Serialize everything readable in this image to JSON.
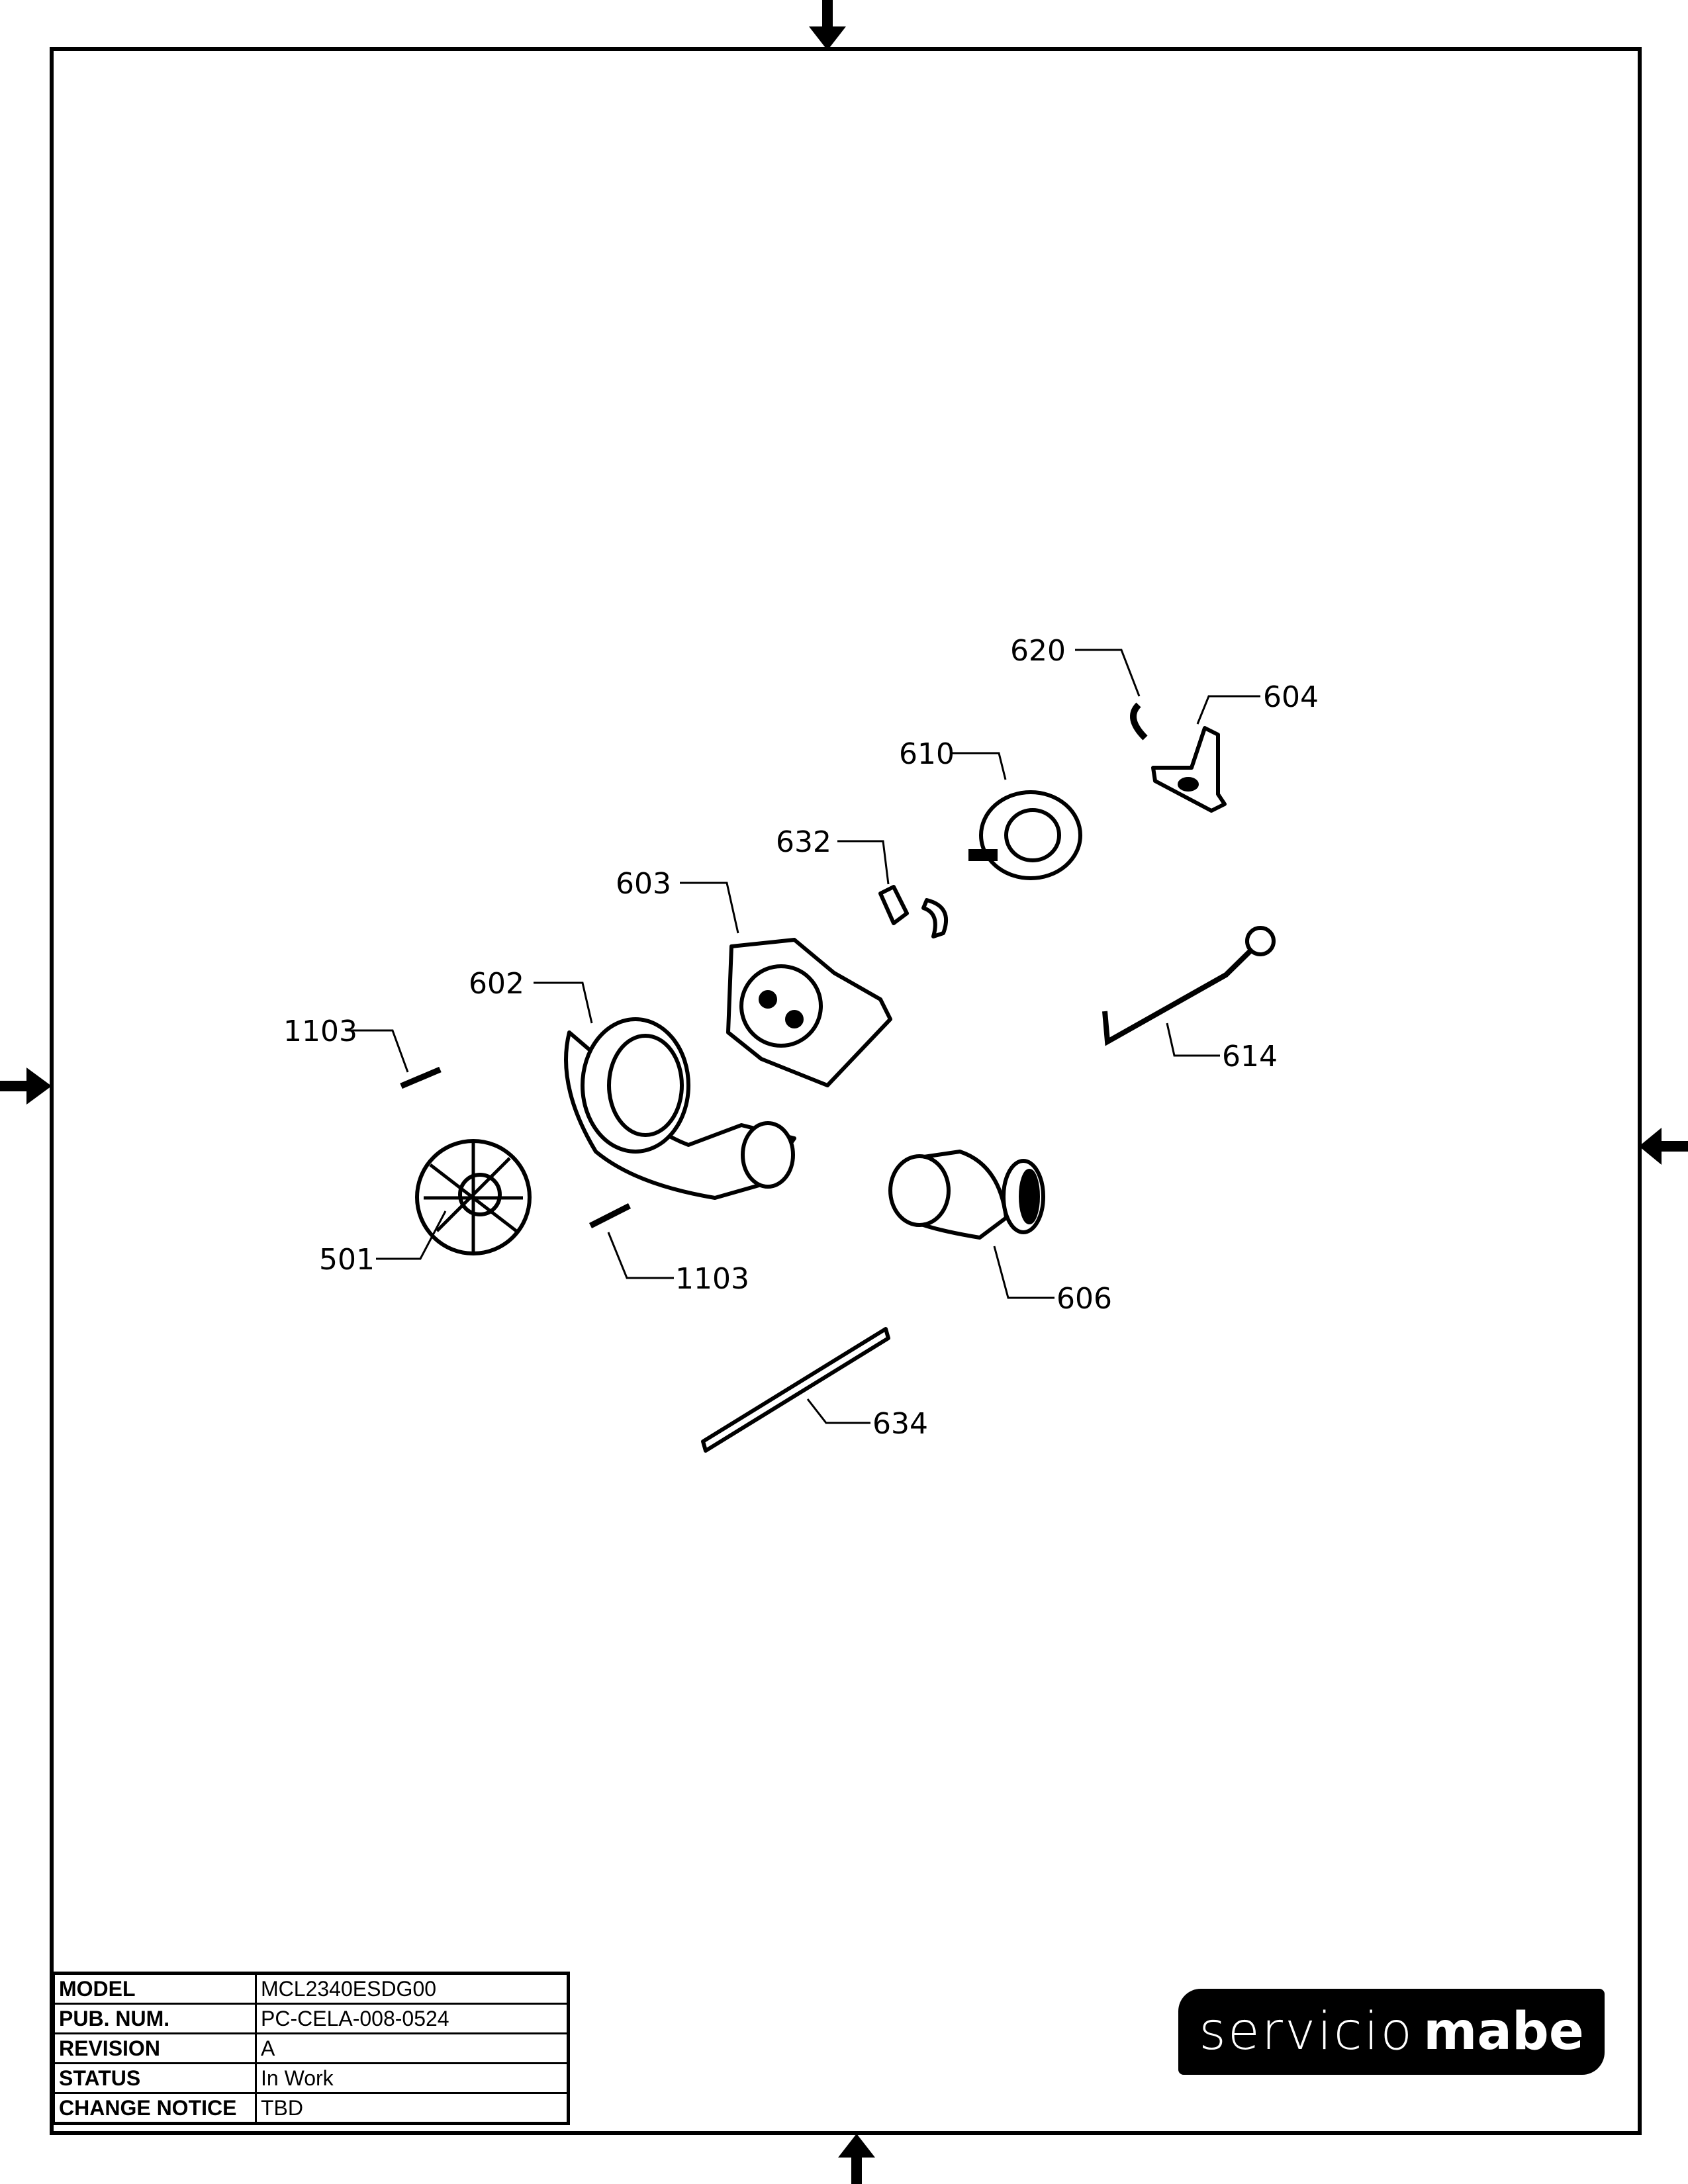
{
  "callouts": {
    "p620": "620",
    "p604": "604",
    "p610": "610",
    "p632": "632",
    "p603": "603",
    "p602": "602",
    "p1103a": "1103",
    "p614": "614",
    "p501": "501",
    "p1103b": "1103",
    "p606": "606",
    "p634": "634"
  },
  "title_block": {
    "rows": [
      {
        "label": "MODEL",
        "value": "MCL2340ESDG00"
      },
      {
        "label": "PUB. NUM.",
        "value": "PC-CELA-008-0524"
      },
      {
        "label": "REVISION",
        "value": "A"
      },
      {
        "label": "STATUS",
        "value": "In Work"
      },
      {
        "label": "CHANGE NOTICE",
        "value": "TBD"
      }
    ]
  },
  "logo": {
    "word1": "servicio",
    "word2": "mabe"
  }
}
